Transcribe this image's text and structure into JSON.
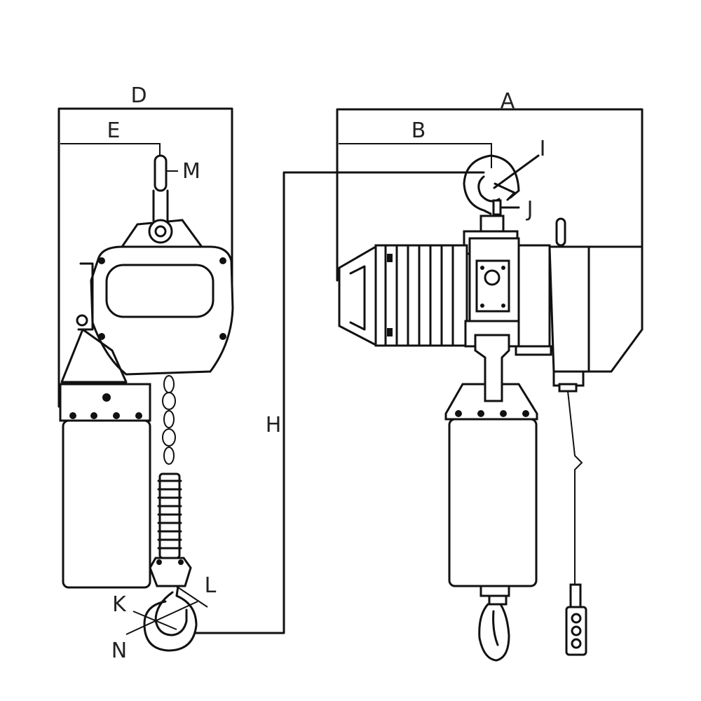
{
  "labels": {
    "A": "A",
    "B": "B",
    "D": "D",
    "E": "E",
    "H": "H",
    "I": "I",
    "J": "J",
    "K": "K",
    "L": "L",
    "M": "M",
    "N": "N"
  }
}
